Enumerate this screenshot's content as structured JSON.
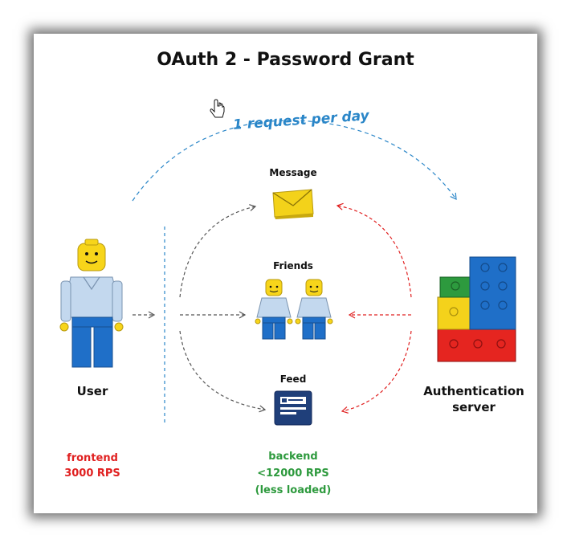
{
  "title": "OAuth 2 - Password Grant",
  "top_arc_label": "1 request per day",
  "nodes": {
    "message": "Message",
    "friends": "Friends",
    "feed": "Feed",
    "user": "User",
    "auth_line1": "Authentication",
    "auth_line2": "server"
  },
  "frontend": {
    "line1": "frontend",
    "line2": "3000 RPS"
  },
  "backend": {
    "line1": "backend",
    "line2": "<12000 RPS",
    "line3": "(less loaded)"
  },
  "colors": {
    "blue": "#2a86c8",
    "red": "#e02020",
    "green": "#2e9a3e",
    "gray": "#555555"
  }
}
